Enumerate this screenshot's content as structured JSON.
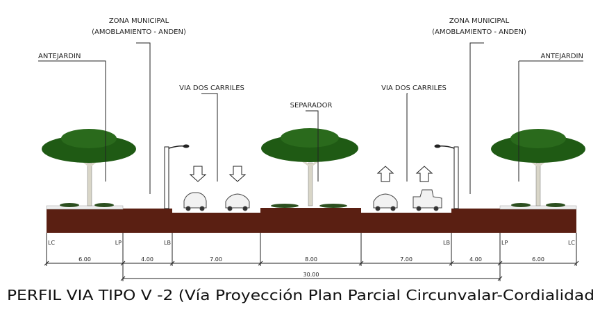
{
  "labels": {
    "zona_left_1": "ZONA MUNICIPAL",
    "zona_left_2": "(AMOBLAMIENTO - ANDEN)",
    "zona_right_1": "ZONA MUNICIPAL",
    "zona_right_2": "(AMOBLAMIENTO - ANDEN)",
    "antejardin_left": "ANTEJARDIN",
    "antejardin_right": "ANTEJARDIN",
    "via_left": "VIA DOS CARRILES",
    "via_right": "VIA DOS CARRILES",
    "separador": "SEPARADOR"
  },
  "marks": {
    "lc_left": "LC",
    "lp_left": "LP",
    "lb_left": "LB",
    "lb_right": "LB",
    "lp_right": "LP",
    "lc_right": "LC"
  },
  "dimensions": {
    "d1": "6.00",
    "d2": "4.00",
    "d3": "7.00",
    "d4": "8.00",
    "d5": "7.00",
    "d6": "4.00",
    "d7": "6.00",
    "total": "30.00"
  },
  "caption": "PERFIL VIA TIPO V -2 (Vía Proyección Plan Parcial Circunvalar-Cordialidad",
  "colors": {
    "soil": "#5a1f12",
    "foliage": "#1f5a14",
    "trunk": "#d9d6c8",
    "line": "#222222"
  }
}
